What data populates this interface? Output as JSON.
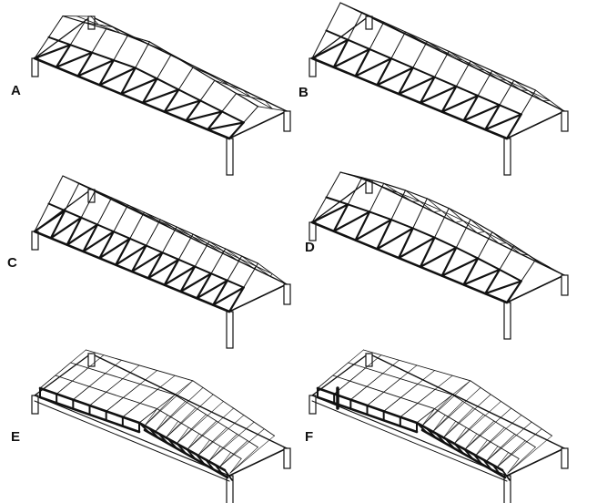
{
  "panels": [
    {
      "label": "A",
      "variant": "pyramid"
    },
    {
      "label": "B",
      "variant": "gable"
    },
    {
      "label": "C",
      "variant": "gable-dense"
    },
    {
      "label": "D",
      "variant": "arched"
    },
    {
      "label": "E",
      "variant": "flat-slope"
    },
    {
      "label": "F",
      "variant": "flat-slope-braced"
    }
  ]
}
